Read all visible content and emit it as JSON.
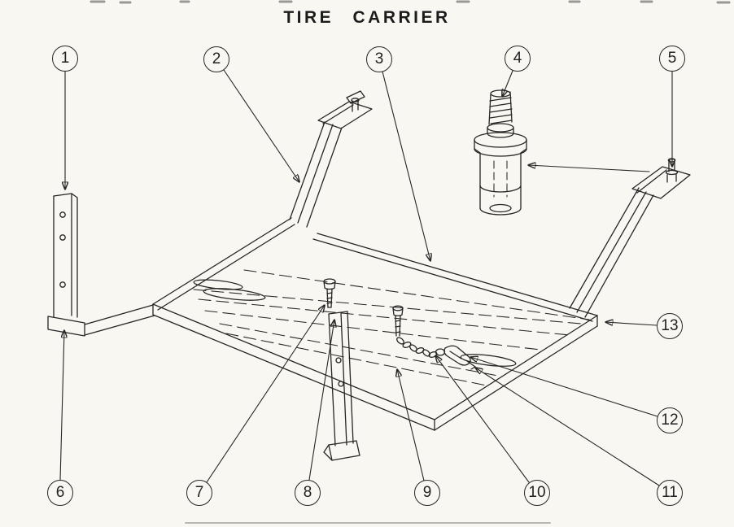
{
  "title": "TIRE CARRIER",
  "callouts": [
    {
      "num": "1"
    },
    {
      "num": "2"
    },
    {
      "num": "3"
    },
    {
      "num": "4"
    },
    {
      "num": "5"
    },
    {
      "num": "6"
    },
    {
      "num": "7"
    },
    {
      "num": "8"
    },
    {
      "num": "9"
    },
    {
      "num": "10"
    },
    {
      "num": "11"
    },
    {
      "num": "12"
    },
    {
      "num": "13"
    }
  ],
  "colors": {
    "ink": "#262626",
    "paper": "#f8f7f2"
  }
}
